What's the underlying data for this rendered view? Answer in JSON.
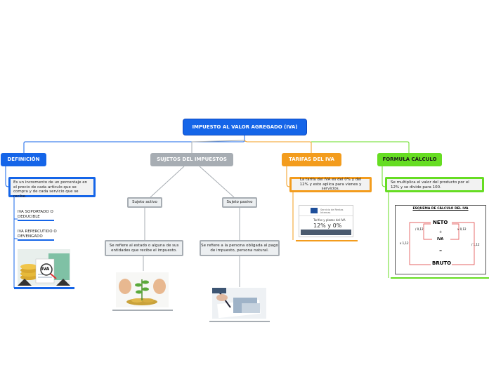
{
  "root": {
    "label": "IMPUESTO AL VALOR AGREGADO (IVA)"
  },
  "branches": {
    "definicion": {
      "label": "DEFINICIÓN",
      "text": "Es un incremento de un porcentaje en el precio de cada artículo que se compra y de cada servicio que se recibe.",
      "items": [
        "IVA SOPORTADO O DEDUCIBLE",
        "IVA REPERCUTIDO O DEVENGADO"
      ],
      "image_text": "IVA"
    },
    "sujetos": {
      "label": "SUJETOS DEL IMPUESTOS",
      "activo": {
        "label": "Sujeto activo",
        "desc": "Se refiere al estado o alguna de sus entidades que recibe el impuesto."
      },
      "pasivo": {
        "label": "Sujeto pasivo",
        "desc": "Se refiere a la persona obligada al pago de impuesto, persona natural."
      }
    },
    "tarifas": {
      "label": "TARIFAS DEL IVA",
      "text": "La tarifa del IVA es del 0% y del 12% y esto aplica para vienes y servicios.",
      "image": {
        "header": "Servicio de Rentas Internas",
        "caption": "Tarifas y plazos del IVA",
        "rates": "12% y 0%"
      }
    },
    "formula": {
      "label": "FORMULA CÁLCULO",
      "text": "Se multiplica el valor del producto por el 12% y se divide para 100.",
      "scheme": {
        "title": "ESQUEMA DE CÁLCULO DEL IVA",
        "neto": "NETO",
        "plus": "+",
        "iva": "IVA",
        "equals": "=",
        "bruto": "BRUTO",
        "left_top": "/ 0,12",
        "right_top": "x 0,12",
        "left_mid": "x 1,12",
        "right_mid": "/ 1,12"
      }
    }
  },
  "colors": {
    "blue": "#1565e8",
    "gray": "#a7adb3",
    "orange": "#f39c1d",
    "green": "#66dd22"
  }
}
